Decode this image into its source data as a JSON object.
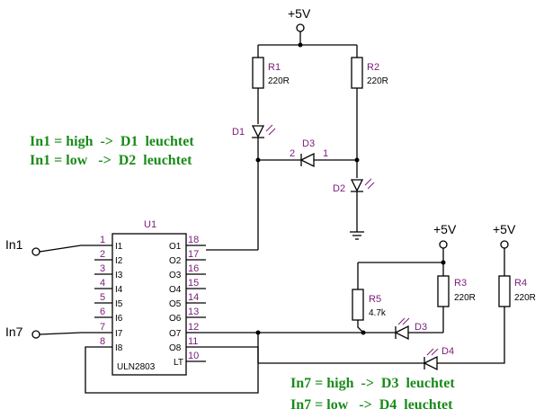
{
  "supply": {
    "label": "+5V"
  },
  "inputs": {
    "in1": "In1",
    "in7": "In7"
  },
  "ic": {
    "ref": "U1",
    "part": "ULN2803",
    "left_pins": [
      {
        "num": "1",
        "name": "I1"
      },
      {
        "num": "2",
        "name": "I2"
      },
      {
        "num": "3",
        "name": "I3"
      },
      {
        "num": "4",
        "name": "I4"
      },
      {
        "num": "5",
        "name": "I5"
      },
      {
        "num": "6",
        "name": "I6"
      },
      {
        "num": "7",
        "name": "I7"
      },
      {
        "num": "8",
        "name": "I8"
      }
    ],
    "right_pins": [
      {
        "num": "18",
        "name": "O1"
      },
      {
        "num": "17",
        "name": "O2"
      },
      {
        "num": "16",
        "name": "O3"
      },
      {
        "num": "15",
        "name": "O4"
      },
      {
        "num": "14",
        "name": "O5"
      },
      {
        "num": "13",
        "name": "O6"
      },
      {
        "num": "12",
        "name": "O7"
      },
      {
        "num": "11",
        "name": "O8"
      },
      {
        "num": "10",
        "name": "LT"
      }
    ]
  },
  "components": {
    "r1": {
      "ref": "R1",
      "value": "220R"
    },
    "r2": {
      "ref": "R2",
      "value": "220R"
    },
    "r3": {
      "ref": "R3",
      "value": "220R"
    },
    "r4": {
      "ref": "R4",
      "value": "220R"
    },
    "r5": {
      "ref": "R5",
      "value": "4.7k"
    },
    "d1": {
      "ref": "D1"
    },
    "d2": {
      "ref": "D2"
    },
    "d3_top": {
      "ref": "D3",
      "pin_left": "2",
      "pin_right": "1"
    },
    "d3_bottom": {
      "ref": "D3"
    },
    "d4": {
      "ref": "D4"
    }
  },
  "notes": {
    "top": [
      "In1 = high  ->  D1  leuchtet",
      "In1 = low   ->  D2  leuchtet"
    ],
    "bottom": [
      "In7 = high  ->  D3  leuchtet",
      "In7 = low   ->  D4  leuchtet"
    ]
  },
  "colors": {
    "labels": "#7a1a7a",
    "notes": "#1a8a1a",
    "wires": "#000000"
  }
}
